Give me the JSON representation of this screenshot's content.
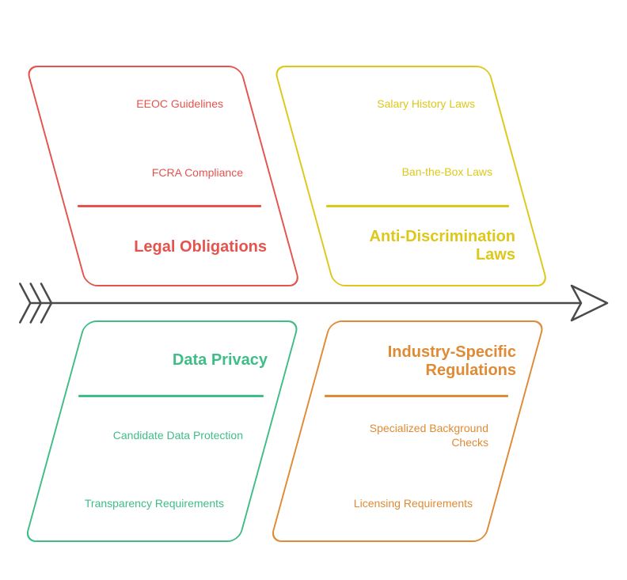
{
  "palette": {
    "red": "#e5534e",
    "yellow": "#ddc81a",
    "green": "#3fbd86",
    "orange": "#df8a35",
    "arrow_gray": "#4a4a4a",
    "background": "#ffffff"
  },
  "diagram": {
    "type": "fishbone-arrow-diagram",
    "branches": [
      {
        "id": "legal-obligations",
        "title": "Legal Obligations",
        "color": "#e5534e",
        "position": "top-left",
        "items": [
          "EEOC Guidelines",
          "FCRA Compliance"
        ]
      },
      {
        "id": "anti-discrimination-laws",
        "title": "Anti-Discrimination Laws",
        "color": "#ddc81a",
        "position": "top-right",
        "items": [
          "Salary History Laws",
          "Ban-the-Box Laws"
        ]
      },
      {
        "id": "data-privacy",
        "title": "Data Privacy",
        "color": "#3fbd86",
        "position": "bottom-left",
        "items": [
          "Candidate Data Protection",
          "Transparency Requirements"
        ]
      },
      {
        "id": "industry-specific-regulations",
        "title": "Industry-Specific Regulations",
        "color": "#df8a35",
        "position": "bottom-right",
        "items": [
          "Specialized Background Checks",
          "Licensing Requirements"
        ]
      }
    ]
  }
}
